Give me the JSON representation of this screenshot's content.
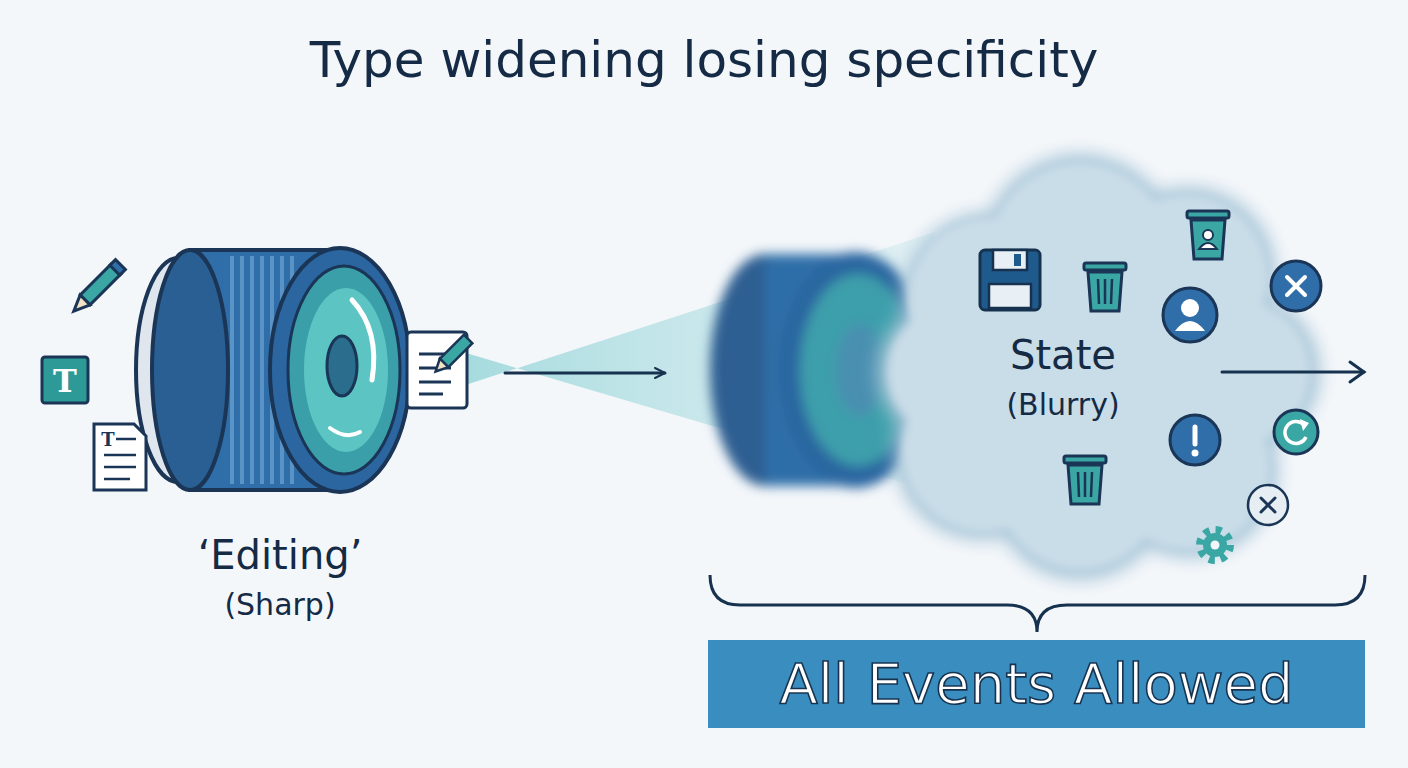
{
  "diagram": {
    "title": "Type widening losing specificity",
    "nodes": [
      {
        "text": [
          "‘Editing’",
          "(Sharp)"
        ]
      },
      {
        "text": [
          "State",
          "(Blurry)"
        ]
      },
      {
        "text": [
          "All Events Allowed"
        ]
      }
    ],
    "edges": [
      {
        "from": 0,
        "to": 1,
        "arrow": "to"
      }
    ],
    "labels": [
      "T",
      "T"
    ]
  }
}
